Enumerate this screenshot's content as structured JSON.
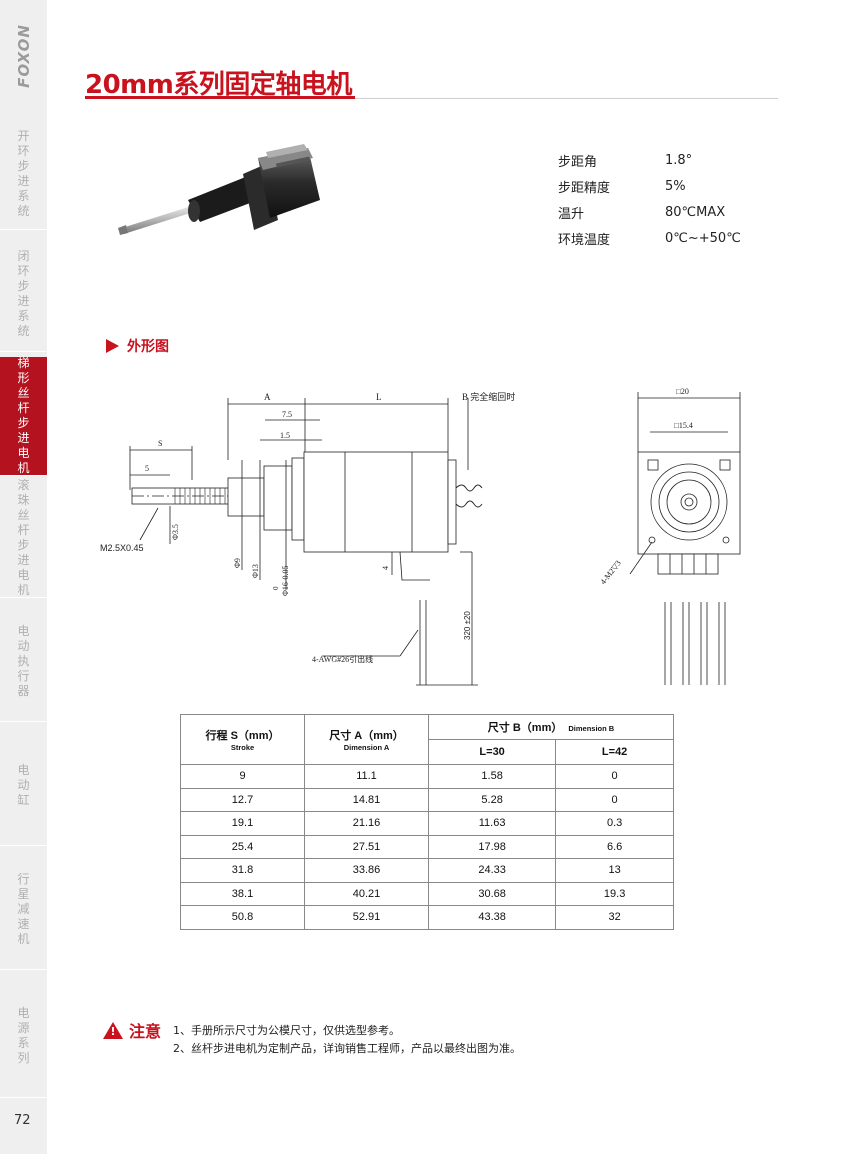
{
  "brand": "FOXON",
  "title": "20mm系列固定轴电机",
  "sidebar": {
    "items": [
      {
        "label": "开环步进系统",
        "active": false
      },
      {
        "label": "闭环步进系统",
        "active": false
      },
      {
        "label": "梯形丝杆步进电机",
        "active": true
      },
      {
        "label": "滚珠丝杆步进电机",
        "active": false
      },
      {
        "label": "电动执行器",
        "active": false
      },
      {
        "label": "电动缸",
        "active": false
      },
      {
        "label": "行星减速机",
        "active": false
      },
      {
        "label": "电源系列",
        "active": false
      }
    ],
    "page_number": "72"
  },
  "specs": [
    {
      "key": "步距角",
      "value": "1.8°"
    },
    {
      "key": "步距精度",
      "value": "5%"
    },
    {
      "key": "温升",
      "value": "80℃MAX"
    },
    {
      "key": "环境温度",
      "value": "0℃~+50℃"
    }
  ],
  "section_title": "外形图",
  "drawing_labels": {
    "A": "A",
    "L": "L",
    "B": "B 完全缩回时",
    "d75": "7.5",
    "d15": "1.5",
    "S": "S",
    "d5": "5",
    "thread": "M2.5X0.45",
    "phi35": "Φ3.5",
    "phi9": "Φ9",
    "phi13": "Φ13",
    "phi16": "Φ16-0.05",
    "phi16_upper": "0",
    "d4": "4",
    "wire": "4-AWG#26引出线",
    "len320": "320 ±20",
    "sq20": "□20",
    "sq154": "□15.4",
    "holes": "4-M2▽3"
  },
  "table": {
    "headers": {
      "stroke": "行程 S（mm）",
      "stroke_en": "Stroke",
      "dimA": "尺寸 A（mm）",
      "dimA_en": "Dimension A",
      "dimB": "尺寸 B（mm）",
      "dimB_en": "Dimension B",
      "l30": "L=30",
      "l42": "L=42"
    },
    "rows": [
      [
        "9",
        "11.1",
        "1.58",
        "0"
      ],
      [
        "12.7",
        "14.81",
        "5.28",
        "0"
      ],
      [
        "19.1",
        "21.16",
        "11.63",
        "0.3"
      ],
      [
        "25.4",
        "27.51",
        "17.98",
        "6.6"
      ],
      [
        "31.8",
        "33.86",
        "24.33",
        "13"
      ],
      [
        "38.1",
        "40.21",
        "30.68",
        "19.3"
      ],
      [
        "50.8",
        "52.91",
        "43.38",
        "32"
      ]
    ]
  },
  "notes": {
    "label": "注意",
    "lines": [
      "1、手册所示尺寸为公模尺寸，仅供选型参考。",
      "2、丝杆步进电机为定制产品，详询销售工程师，产品以最终出图为准。"
    ]
  },
  "colors": {
    "accent": "#c8121e",
    "sidebar_bg": "#efefef",
    "sidebar_active": "#b3121e"
  }
}
